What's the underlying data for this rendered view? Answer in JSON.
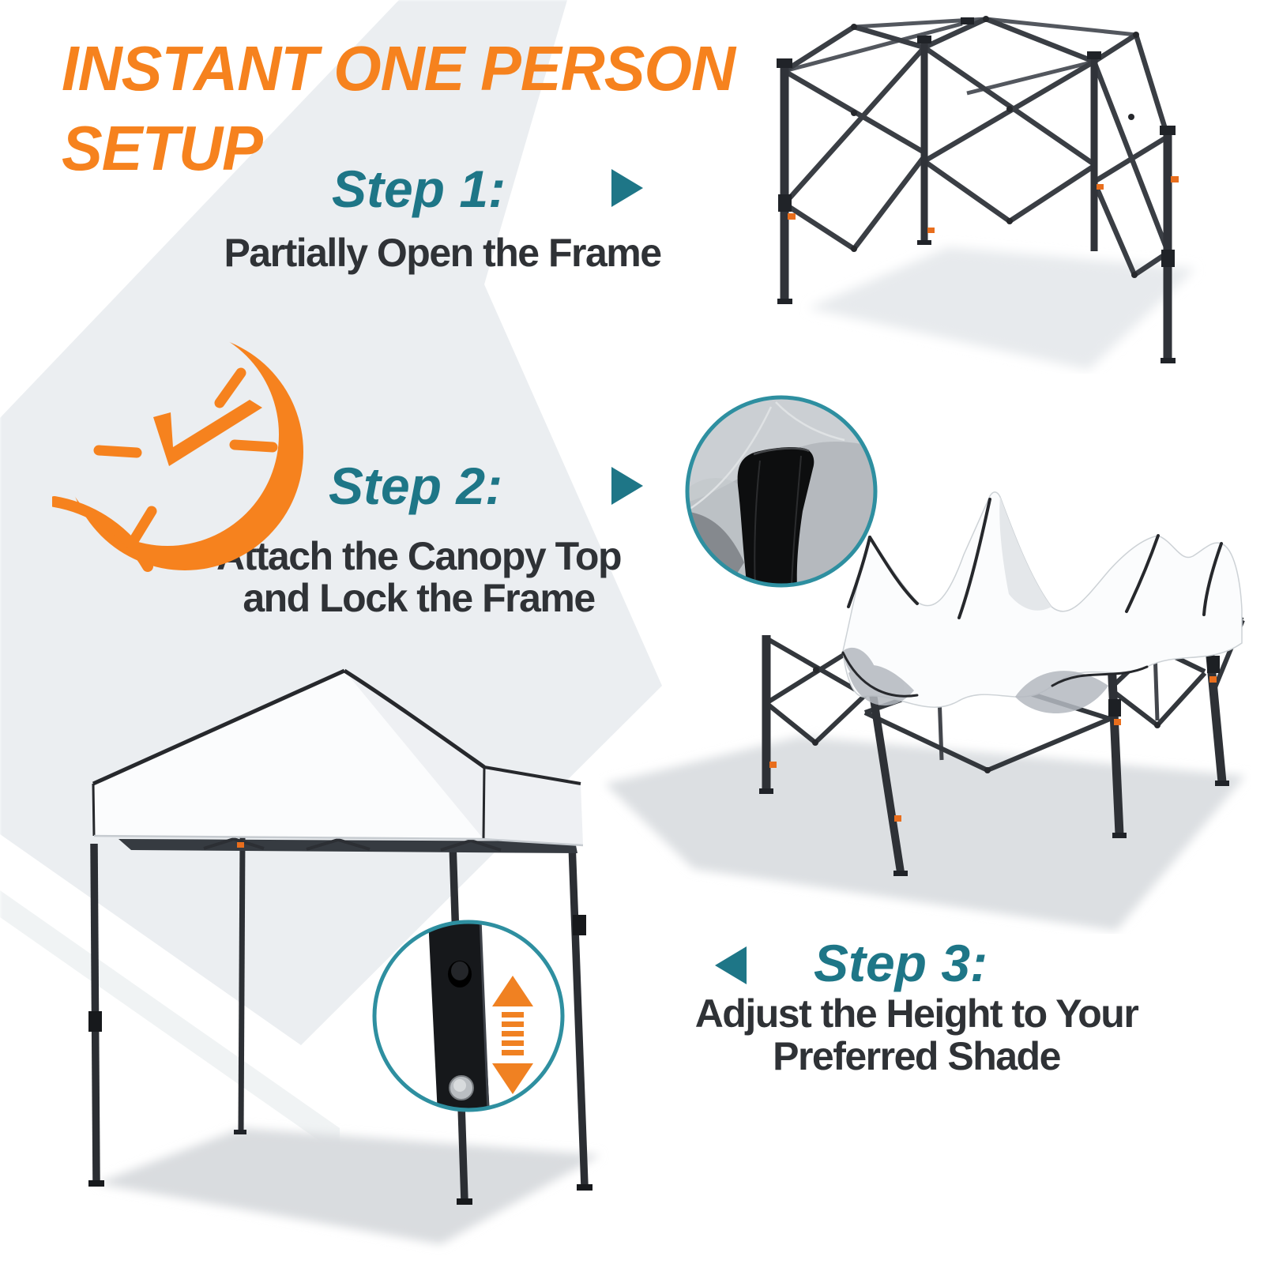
{
  "title": {
    "line1": "INSTANT ONE PERSON",
    "line2": "SETUP"
  },
  "steps": [
    {
      "label": "Step 1:",
      "desc": [
        "Partially Open the Frame"
      ],
      "arrow": "right"
    },
    {
      "label": "Step 2:",
      "desc": [
        "Attach the Canopy Top",
        "and Lock the Frame"
      ],
      "arrow": "right"
    },
    {
      "label": "Step 3:",
      "desc": [
        "Adjust the Height to Your",
        "Preferred Shade"
      ],
      "arrow": "left"
    }
  ],
  "icons": {
    "clock": "clock-checkmark-icon",
    "step1_arrow": "triangle-right-icon",
    "step2_arrow": "triangle-right-icon",
    "step3_arrow": "triangle-left-icon",
    "height_arrow": "double-vertical-arrow-icon"
  },
  "figures": {
    "figure1": "collapsed-canopy-frame",
    "figure2": "half-open-canopy-with-fabric",
    "figure2_inset": "velcro-strap-closeup",
    "figure3": "assembled-pop-up-tent",
    "figure3_inset": "leg-height-adjustment-closeup"
  },
  "colors": {
    "accent_orange": "#F6821E",
    "accent_teal": "#1E7687",
    "inset_ring_teal": "#2E8FA0",
    "text_dark": "#2F3236",
    "background_band": "#EBEEF1",
    "canopy_white": "#FBFCFD",
    "frame_dark": "#33373C"
  }
}
